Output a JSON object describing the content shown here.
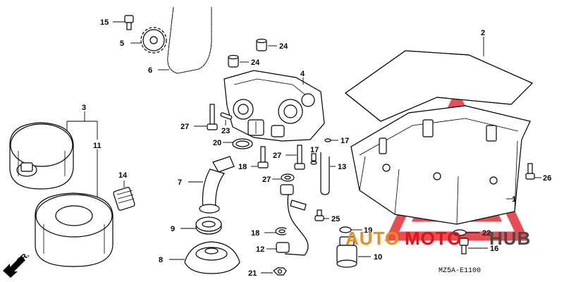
{
  "watermark": {
    "part1": "AUTO",
    "part2": "MOTO",
    "part3": "HUB",
    "color_orange": "#f28a1c",
    "color_red": "#e0121a",
    "color_dark": "#4a4a4a"
  },
  "diagram_code": "MZ5A-E1100",
  "direction_label": "FR.",
  "callouts": [
    "15",
    "5",
    "6",
    "24",
    "24",
    "4",
    "2",
    "3",
    "11",
    "27",
    "23",
    "20",
    "27",
    "17",
    "17",
    "13",
    "14",
    "7",
    "18",
    "27",
    "26",
    "1",
    "9",
    "25",
    "18",
    "19",
    "22",
    "8",
    "12",
    "10",
    "21",
    "16"
  ]
}
